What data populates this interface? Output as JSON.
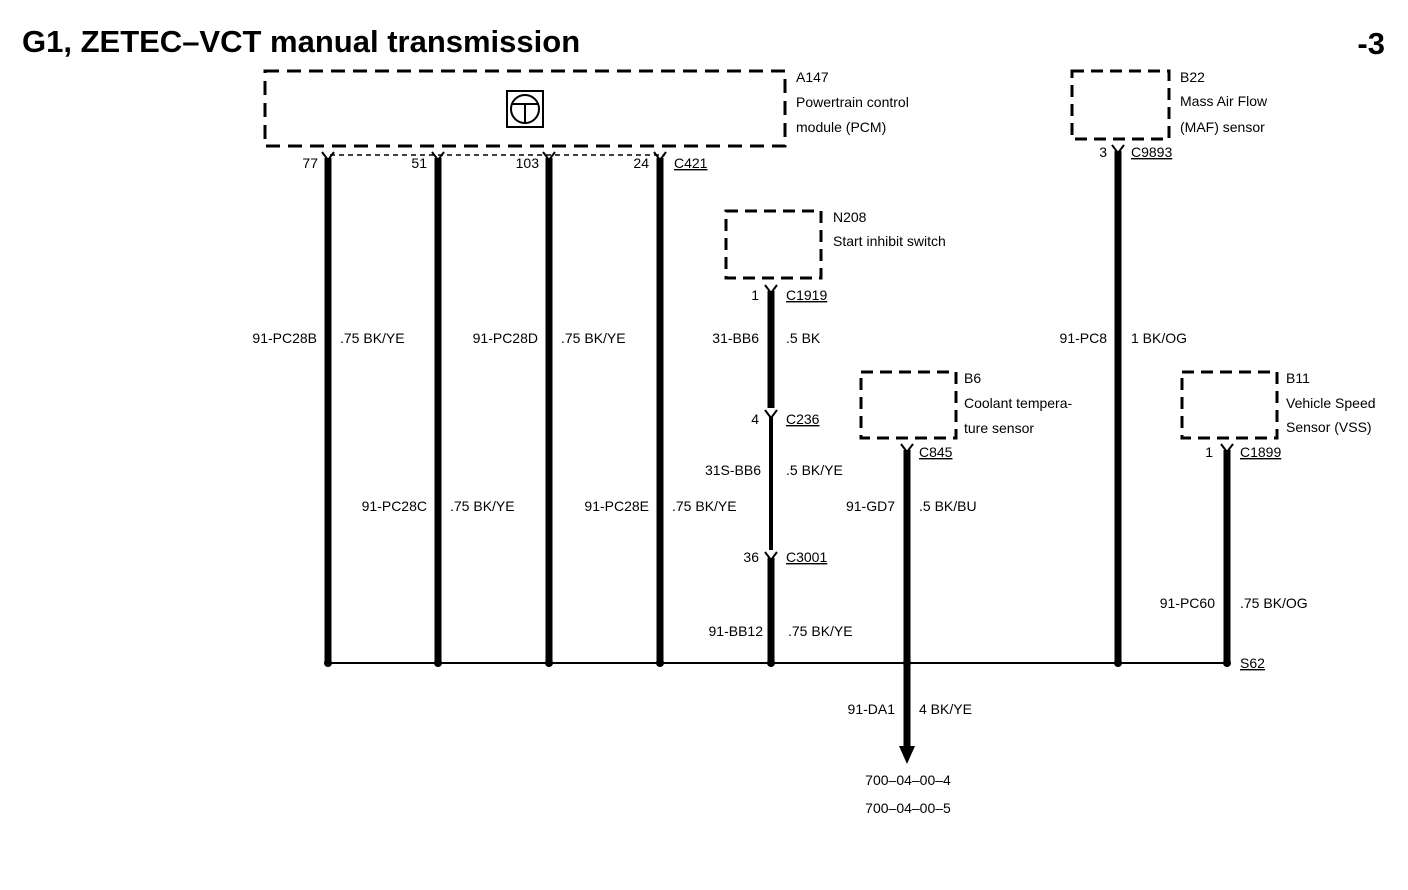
{
  "header": {
    "title": "G1, ZETEC–VCT manual transmission",
    "page_suffix": "-3"
  },
  "components": {
    "pcm": {
      "id": "A147",
      "name_line1": "Powertrain control",
      "name_line2": "module (PCM)",
      "connector": "C421",
      "pins": [
        "77",
        "51",
        "103",
        "24"
      ]
    },
    "maf": {
      "id": "B22",
      "name_line1": "Mass Air Flow",
      "name_line2": "(MAF) sensor",
      "connector": "C9893",
      "pin": "3"
    },
    "start_inhibit": {
      "id": "N208",
      "name": "Start inhibit switch",
      "connector": "C1919",
      "pin": "1"
    },
    "coolant": {
      "id": "B6",
      "name_line1": "Coolant tempera-",
      "name_line2": "ture sensor",
      "connector": "C845"
    },
    "vss": {
      "id": "B11",
      "name_line1": "Vehicle Speed",
      "name_line2": "Sensor (VSS)",
      "connector": "C1899",
      "pin": "1"
    }
  },
  "inline_connectors": {
    "c236": {
      "pin": "4",
      "name": "C236"
    },
    "c3001": {
      "pin": "36",
      "name": "C3001"
    }
  },
  "wires": {
    "pcm_77": {
      "circuit": "91-PC28B",
      "spec": ".75 BK/YE"
    },
    "pcm_51": {
      "circuit": "91-PC28C",
      "spec": ".75 BK/YE"
    },
    "pcm_103": {
      "circuit": "91-PC28D",
      "spec": ".75 BK/YE"
    },
    "pcm_24": {
      "circuit": "91-PC28E",
      "spec": ".75 BK/YE"
    },
    "inhibit_1": {
      "circuit": "31-BB6",
      "spec": ".5 BK"
    },
    "inhibit_2": {
      "circuit": "31S-BB6",
      "spec": ".5 BK/YE"
    },
    "inhibit_3": {
      "circuit": "91-BB12",
      "spec": ".75 BK/YE"
    },
    "coolant": {
      "circuit": "91-GD7",
      "spec": ".5 BK/BU"
    },
    "maf": {
      "circuit": "91-PC8",
      "spec": "1 BK/OG"
    },
    "vss": {
      "circuit": "91-PC60",
      "spec": ".75 BK/OG"
    },
    "ground": {
      "circuit": "91-DA1",
      "spec": "4 BK/YE"
    }
  },
  "splice": "S62",
  "references": [
    "700–04–00–4",
    "700–04–00–5"
  ]
}
